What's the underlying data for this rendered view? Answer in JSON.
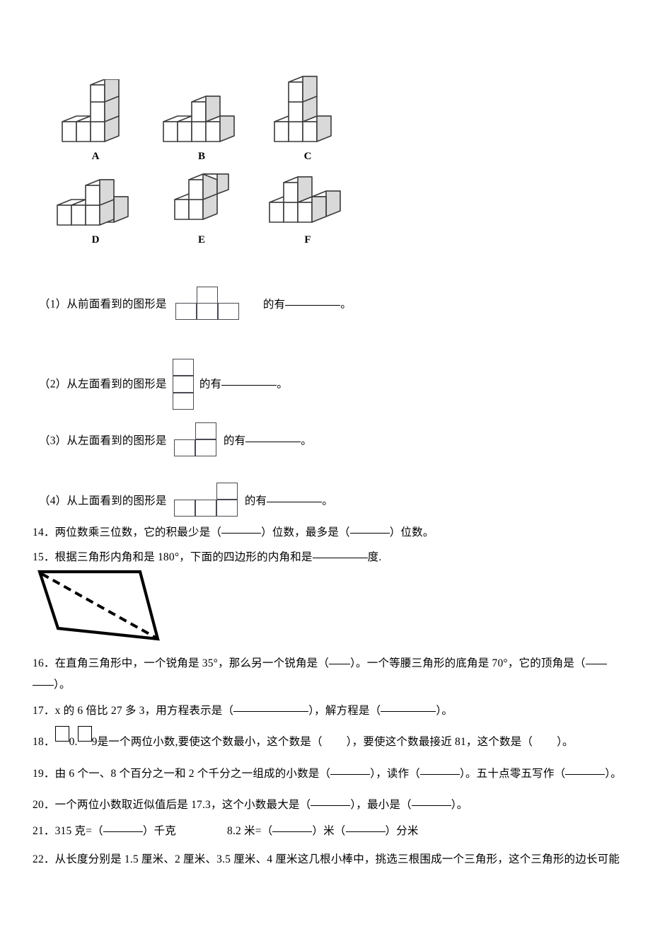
{
  "document": {
    "type": "math-worksheet",
    "language": "zh-CN"
  },
  "figures": {
    "caption_labels": [
      "A",
      "B",
      "C",
      "D",
      "E",
      "F"
    ],
    "items": [
      {
        "label": "A",
        "description": "3 cubes in an L base row with a 2-cube tower on the right"
      },
      {
        "label": "B",
        "description": "4 cubes in a row with 1 cube on top of the third"
      },
      {
        "label": "C",
        "description": "3 cubes in a row with a 2-cube tower on the middle"
      },
      {
        "label": "D",
        "description": "3 cubes in a row with 1 cube on top of the right plus one behind"
      },
      {
        "label": "E",
        "description": "2 cubes in a row with 2 cubes stacked on the right"
      },
      {
        "label": "F",
        "description": "3 cubes in a row with 1 cube on top of the middle plus one behind right"
      }
    ]
  },
  "subquestions": [
    {
      "id": "1",
      "prefix": "（1）",
      "text_before": "从前面看到的图形是",
      "text_after": "的有",
      "tail": "。",
      "shape": "T-shape: three squares in a bottom row, one square on top of the middle"
    },
    {
      "id": "2",
      "prefix": "（2）",
      "text_before": "从左面看到的图形是",
      "text_after": "的有",
      "tail": "。",
      "shape": "Vertical column of three squares"
    },
    {
      "id": "3",
      "prefix": "（3）",
      "text_before": "从左面看到的图形是",
      "text_after": "的有",
      "tail": "。",
      "shape": "Two squares in a bottom row, one square on top of the right"
    },
    {
      "id": "4",
      "prefix": "（4）",
      "text_before": "从上面看到的图形是",
      "text_after": "的有",
      "tail": "。",
      "shape": "Three squares in a bottom row, one square on top of the right"
    }
  ],
  "questions": [
    {
      "number": "14．",
      "parts": [
        "两位数乘三位数，它的积最少是（",
        "）位数，最多是（",
        "）位数。"
      ]
    },
    {
      "number": "15．",
      "parts": [
        "根据三角形内角和是 180°，下面的四边形的内角和是",
        "度."
      ],
      "has_figure": true,
      "figure": "quadrilateral with dashed diagonal"
    },
    {
      "number": "16．",
      "line1": [
        "在直角三角形中，一个锐角是 35°，那么另一个锐角是（",
        "）。一个等腰三角形的底角是 70°，它的顶角是（"
      ],
      "line2": [
        "）。"
      ]
    },
    {
      "number": "17．",
      "parts": [
        "x 的 6 倍比 27 多 3，用方程表示是（",
        "），解方程是（",
        "）。"
      ]
    },
    {
      "number": "18．",
      "parts": [
        "0.",
        "9是一个两位小数,要使这个数最小，这个数是（",
        "），要使这个数最接近 81，这个数是（",
        "）。"
      ]
    },
    {
      "number": "19．",
      "parts": [
        "由 6 个一、8 个百分之一和 2 个千分之一组成的小数是（",
        "），读作（",
        "）。五十点零五写作（",
        "）。"
      ]
    },
    {
      "number": "20．",
      "parts": [
        "一个两位小数取近似值后是 17.3，这个小数最大是（",
        "），最小是（",
        "）。"
      ]
    },
    {
      "number": "21．",
      "parts": [
        "315 克=（",
        "）千克",
        "8.2 米=（",
        "）米（",
        "）分米"
      ]
    },
    {
      "number": "22．",
      "parts": [
        "从长度分别是 1.5 厘米、2 厘米、3.5 厘米、4 厘米这几根小棒中，挑选三根围成一个三角形，这个三角形的边长可能"
      ]
    }
  ],
  "colors": {
    "text": "#000000",
    "cube_outline": "#3a3a3a",
    "cube_top": "#ffffff",
    "cube_side": "#d9d9d9",
    "net_outline": "#4a4a52"
  }
}
